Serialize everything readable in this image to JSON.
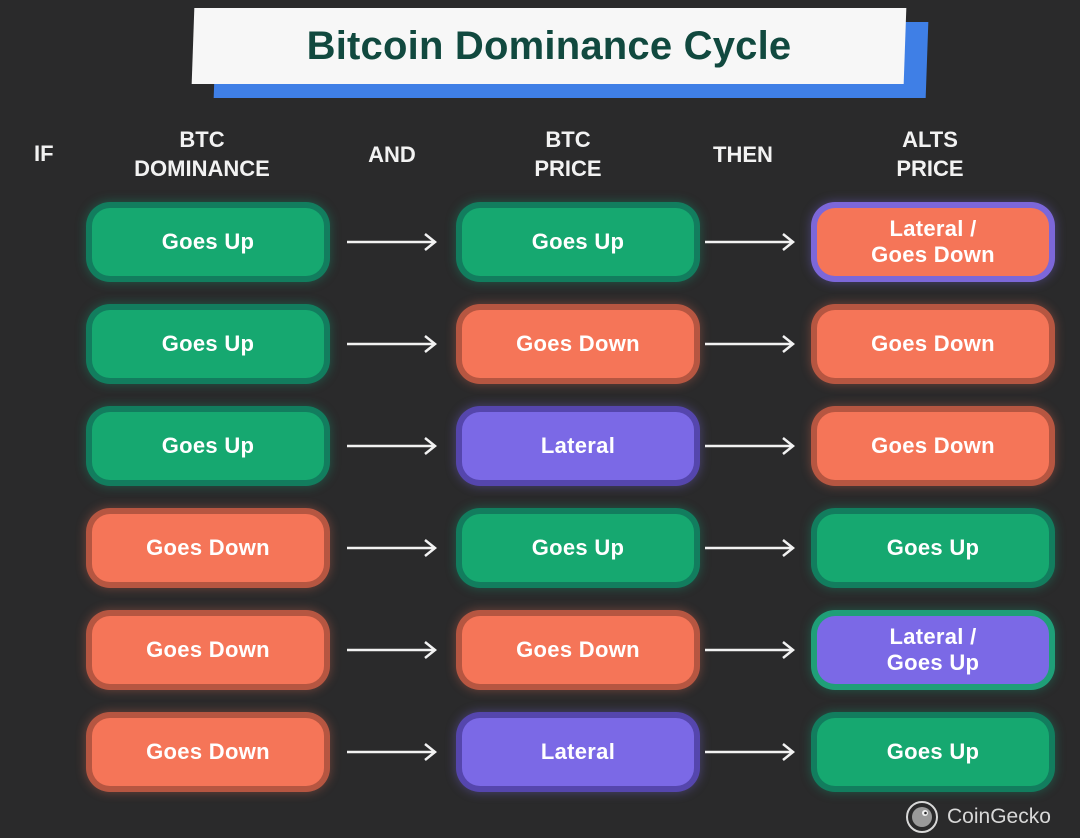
{
  "title": "Bitcoin Dominance Cycle",
  "headers": {
    "if": "IF",
    "btc_dominance": [
      "BTC",
      "DOMINANCE"
    ],
    "and": "AND",
    "btc_price": [
      "BTC",
      "PRICE"
    ],
    "then": "THEN",
    "alts_price": [
      "ALTS",
      "PRICE"
    ]
  },
  "rows": [
    {
      "dominance": "Goes Up",
      "btc_price": "Goes Up",
      "alts_price": [
        "Lateral /",
        "Goes Down"
      ]
    },
    {
      "dominance": "Goes Up",
      "btc_price": "Goes Down",
      "alts_price": [
        "Goes Down"
      ]
    },
    {
      "dominance": "Goes Up",
      "btc_price": "Lateral",
      "alts_price": [
        "Goes Down"
      ]
    },
    {
      "dominance": "Goes Down",
      "btc_price": "Goes Up",
      "alts_price": [
        "Goes Up"
      ]
    },
    {
      "dominance": "Goes Down",
      "btc_price": "Goes Down",
      "alts_price": [
        "Lateral /",
        "Goes Up"
      ]
    },
    {
      "dominance": "Goes Down",
      "btc_price": "Lateral",
      "alts_price": [
        "Goes Up"
      ]
    }
  ],
  "colors": {
    "background": "#2a2a2b",
    "up": "#16a870",
    "down": "#f57558",
    "lateral": "#7b69e6",
    "title_text": "#11493f",
    "title_shadow": "#3f7fe6"
  },
  "logo": {
    "text": "CoinGecko",
    "icon": "gecko-logo-icon"
  }
}
